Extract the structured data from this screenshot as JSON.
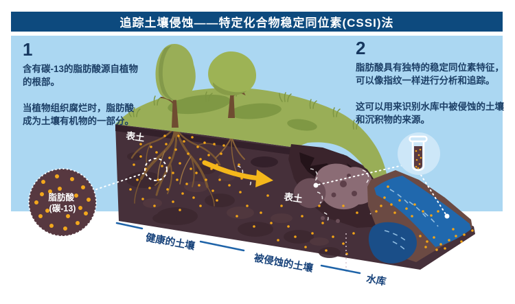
{
  "header": {
    "title": "追踪土壤侵蚀——特定化合物稳定同位素(CSSI)法"
  },
  "steps": [
    {
      "number": "1",
      "paragraph1": "含有碳-13的脂肪酸源自植物的根部。",
      "paragraph2": "当植物组织腐烂时，脂肪酸成为土壤有机物的一部分。"
    },
    {
      "number": "2",
      "paragraph1": "脂肪酸具有独特的稳定同位素特征，可以像指纹一样进行分析和追踪。",
      "paragraph2": "这可以用来识别水库中被侵蚀的土壤和沉积物的来源。"
    }
  ],
  "diagram": {
    "labels": {
      "topsoil_left": "表土",
      "topsoil_eroded": "表土",
      "healthy_soil": "健康的土壤",
      "eroded_soil": "被侵蚀的土壤",
      "reservoir": "水库"
    },
    "fatty_acid_circle": {
      "line1": "脂肪酸",
      "line2": "(碳-13)"
    },
    "icons": {
      "fatty_acid_sample": "fatty-acid-sample-icon",
      "test_tube": "test-tube-icon",
      "trees": "tree-icon",
      "erosion_arrow": "erosion-arrow-icon",
      "root_zone_highlight": "root-zone-highlight-circle"
    }
  },
  "colors": {
    "title_bar": "#0d4a7e",
    "panel_background": "#abd7f2",
    "text_navy": "#1c3f66",
    "soil_dark": "#46303a",
    "soil_topsoil_band": "#33202a",
    "soil_eroded_light": "#8b6c75",
    "grass_green": "#99ae57",
    "river_blue": "#2068ad",
    "pool_blue": "#1a4e88",
    "bank_brown": "#6b4a43",
    "fatty_acid_dot": "#f2a417",
    "zone_line_blue": "#1e63a8",
    "arrow_yellow": "#f5b71b"
  }
}
